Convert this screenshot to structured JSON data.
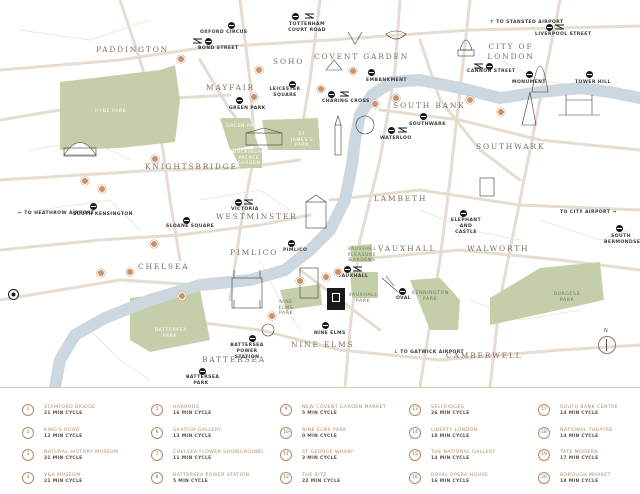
{
  "districts": [
    {
      "id": "paddington",
      "label": "PADDINGTON"
    },
    {
      "id": "mayfair",
      "label": "MAYFAIR"
    },
    {
      "id": "soho",
      "label": "SOHO"
    },
    {
      "id": "covent-garden",
      "label": "COVENT GARDEN"
    },
    {
      "id": "city-of-london",
      "label": "CITY OF LONDON"
    },
    {
      "id": "knightsbridge",
      "label": "KNIGHTSBRIDGE"
    },
    {
      "id": "south-bank",
      "label": "SOUTH BANK"
    },
    {
      "id": "southwark",
      "label": "SOUTHWARK"
    },
    {
      "id": "westminster",
      "label": "WESTMINSTER"
    },
    {
      "id": "lambeth",
      "label": "LAMBETH"
    },
    {
      "id": "pimlico",
      "label": "PIMLICO"
    },
    {
      "id": "chelsea",
      "label": "CHELSEA"
    },
    {
      "id": "vauxhall",
      "label": "VAUXHALL"
    },
    {
      "id": "walworth",
      "label": "WALWORTH"
    },
    {
      "id": "nine-elms",
      "label": "NINE ELMS"
    },
    {
      "id": "battersea",
      "label": "BATTERSEA"
    },
    {
      "id": "camberwell",
      "label": "CAMBERWELL"
    }
  ],
  "parks": [
    {
      "id": "hyde-park",
      "label": "HYDE PARK"
    },
    {
      "id": "green-park",
      "label": "GREEN PARK"
    },
    {
      "id": "st-james-park",
      "label": "ST JAMES'S PARK"
    },
    {
      "id": "buckingham",
      "label": "BUCKINGHAM PALACE GARDEN"
    },
    {
      "id": "battersea-park",
      "label": "BATTERSEA PARK"
    },
    {
      "id": "vauxhall-gardens",
      "label": "VAUXHALL PLEASURE GARDENS"
    },
    {
      "id": "vauxhall-park",
      "label": "VAUXHALL PARK"
    },
    {
      "id": "kennington-park",
      "label": "KENNINGTON PARK"
    },
    {
      "id": "burgess-park",
      "label": "BURGESS PARK"
    },
    {
      "id": "nine-elms-park",
      "label": "NINE ELMS PARK"
    }
  ],
  "stations": [
    {
      "id": "oxford-circus",
      "label": "OXFORD CIRCUS"
    },
    {
      "id": "tottenham",
      "label": "TOTTENHAM COURT ROAD"
    },
    {
      "id": "bond-street",
      "label": "BOND STREET"
    },
    {
      "id": "leicester",
      "label": "LEICESTER SQUARE"
    },
    {
      "id": "embankment",
      "label": "EMBANKMENT"
    },
    {
      "id": "charing",
      "label": "CHARING CROSS"
    },
    {
      "id": "green-park-st",
      "label": "GREEN PARK"
    },
    {
      "id": "cannon",
      "label": "CANNON STREET"
    },
    {
      "id": "monument",
      "label": "MONUMENT"
    },
    {
      "id": "tower-hill",
      "label": "TOWER HILL"
    },
    {
      "id": "liverpool",
      "label": "LIVERPOOL STREET"
    },
    {
      "id": "southwark-st",
      "label": "SOUTHWARK"
    },
    {
      "id": "waterloo",
      "label": "WATERLOO"
    },
    {
      "id": "victoria",
      "label": "VICTORIA"
    },
    {
      "id": "south-ken",
      "label": "SOUTH KENSINGTON"
    },
    {
      "id": "sloane",
      "label": "SLOANE SQUARE"
    },
    {
      "id": "pimlico-st",
      "label": "PIMLICO"
    },
    {
      "id": "vauxhall-st",
      "label": "VAUXHALL"
    },
    {
      "id": "elephant",
      "label": "ELEPHANT AND CASTLE"
    },
    {
      "id": "oval",
      "label": "OVAL"
    },
    {
      "id": "nine-elms-st",
      "label": "NINE ELMS"
    },
    {
      "id": "battersea-ps",
      "label": "BATTERSEA POWER STATION"
    },
    {
      "id": "battersea-park-st",
      "label": "BATTERSEA PARK"
    },
    {
      "id": "south-bermondsey",
      "label": "SOUTH BERMONDSEY"
    }
  ],
  "destinations": [
    {
      "id": "stansted",
      "label": "TO STANSTED AIRPORT"
    },
    {
      "id": "heathrow",
      "label": "TO HEATHROW AIRPORT"
    },
    {
      "id": "city-airport",
      "label": "TO CITY AIRPORT"
    },
    {
      "id": "gatwick",
      "label": "TO GATWICK AIRPORT"
    }
  ],
  "legend": [
    {
      "num": "1",
      "name": "STAMFORD BRIDGE",
      "cycle": "21 MIN CYCLE"
    },
    {
      "num": "2",
      "name": "KING'S ROAD",
      "cycle": "12 MIN CYCLE"
    },
    {
      "num": "3",
      "name": "NATURAL HISTORY MUSEUM",
      "cycle": "21 MIN CYCLE"
    },
    {
      "num": "4",
      "name": "V&A MUSEUM",
      "cycle": "21 MIN CYCLE"
    },
    {
      "num": "5",
      "name": "HARRODS",
      "cycle": "16 MIN CYCLE"
    },
    {
      "num": "6",
      "name": "SAATCHI GALLERY",
      "cycle": "13 MIN CYCLE"
    },
    {
      "num": "7",
      "name": "CHELSEA FLOWER SHOWGROUND",
      "cycle": "11 MIN CYCLE"
    },
    {
      "num": "8",
      "name": "BATTERSEA POWER STATION",
      "cycle": "5 MIN CYCLE"
    },
    {
      "num": "9",
      "name": "NEW COVENT GARDEN MARKET",
      "cycle": "5 MIN CYCLE"
    },
    {
      "num": "10",
      "name": "NINE ELMS PARK",
      "cycle": "0 MIN CYCLE"
    },
    {
      "num": "11",
      "name": "ST GEORGE WHARF",
      "cycle": "3 MIN CYCLE"
    },
    {
      "num": "12",
      "name": "THE RITZ",
      "cycle": "22 MIN CYCLE"
    },
    {
      "num": "13",
      "name": "SELFRIDGES",
      "cycle": "26 MIN CYCLE"
    },
    {
      "num": "14",
      "name": "LIBERTY LONDON",
      "cycle": "18 MIN CYCLE"
    },
    {
      "num": "15",
      "name": "THE NATIONAL GALLERY",
      "cycle": "14 MIN CYCLE"
    },
    {
      "num": "16",
      "name": "ROYAL OPERA HOUSE",
      "cycle": "16 MIN CYCLE"
    },
    {
      "num": "17",
      "name": "SOUTH BANK CENTRE",
      "cycle": "14 MIN CYCLE"
    },
    {
      "num": "18",
      "name": "NATIONAL THEATRE",
      "cycle": "14 MIN CYCLE"
    },
    {
      "num": "19",
      "name": "TATE MODERN",
      "cycle": "17 MIN CYCLE"
    },
    {
      "num": "20",
      "name": "BOROUGH MARKET",
      "cycle": "18 MIN CYCLE"
    }
  ],
  "compass_label": "N",
  "colors": {
    "river": "#cdd7df",
    "park": "#c4cfa9",
    "road": "#e4d8cb",
    "pin": "#c8936a",
    "text": "#8a7a6a"
  }
}
